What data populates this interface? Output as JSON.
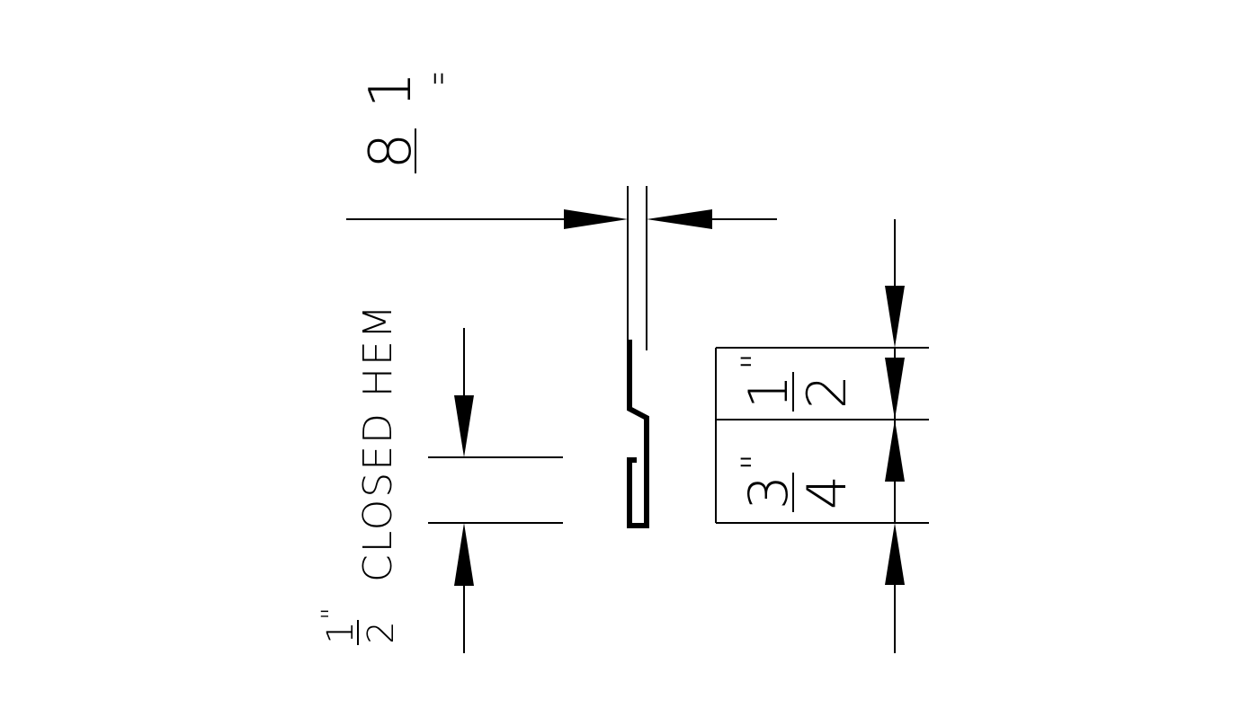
{
  "labels": {
    "top_dim": {
      "num": "1",
      "den": "8",
      "unit": "\""
    },
    "hem_dim": {
      "num": "1",
      "den": "2",
      "unit": "\""
    },
    "hem_text": "CLOSED HEM",
    "right_upper_dim": {
      "num": "1",
      "den": "2",
      "unit": "\""
    },
    "right_lower_dim": {
      "num": "3",
      "den": "4",
      "unit": "\""
    }
  },
  "colors": {
    "ink": "#000000",
    "background": "#ffffff"
  }
}
